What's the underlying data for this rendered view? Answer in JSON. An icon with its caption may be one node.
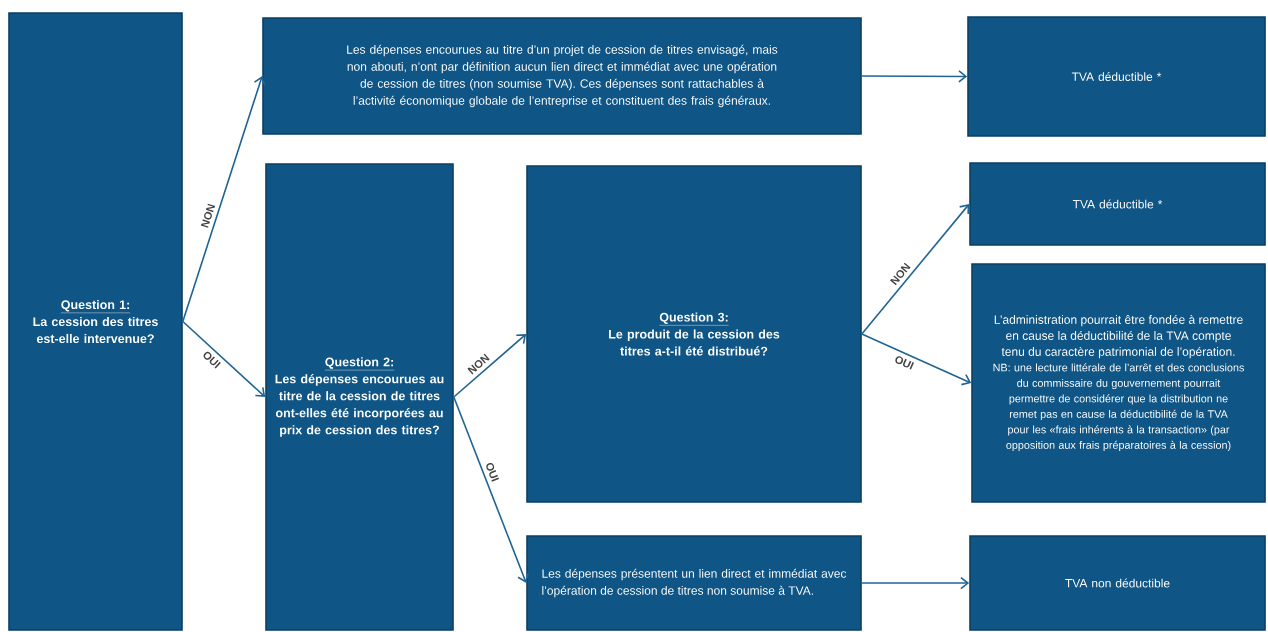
{
  "diagram": {
    "nodes": [
      {
        "text": [
          "Question 1:",
          "La cession des titres est-elle intervenue?"
        ]
      },
      {
        "text": [
          "Les dépenses encourues au titre d’un projet de cession de titres envisagé, mais non abouti, n’ont par définition aucun lien direct et immédiat avec une opération de cession de titres (non soumise TVA). Ces dépenses sont rattachables à l’activité économique globale de l’entreprise et constituent des frais généraux."
        ]
      },
      {
        "text": [
          "TVA déductible *"
        ]
      },
      {
        "text": [
          "Question 2:",
          "Les dépenses encourues au titre de la cession de titres ont-elles été incorporées au prix de cession des titres?"
        ]
      },
      {
        "text": [
          "Question 3:",
          "Le produit de la cession des titres a-t-il été distribué?"
        ]
      },
      {
        "text": [
          "TVA déductible *"
        ]
      },
      {
        "text": [
          "L’administration pourrait être fondée à remettre en cause la déductibilité de la TVA compte tenu du caractère patrimonial de l’opération.",
          "NB: une lecture littérale de l’arrêt et des conclusions du commissaire du gouvernement pourrait permettre de considérer que la distribution ne remet pas en cause la déductibilité de la TVA pour les «frais inhérents à la transaction» (par opposition aux frais préparatoires à la cession)"
        ]
      },
      {
        "text": [
          "Les dépenses présentent un lien direct et immédiat avec l’opération de cession de titres non soumise à TVA."
        ]
      },
      {
        "text": [
          "TVA non déductible"
        ]
      }
    ],
    "edges": [
      {
        "from": 0,
        "to": 1,
        "arrow": "to",
        "label": "NON"
      },
      {
        "from": 0,
        "to": 3,
        "arrow": "to",
        "label": "OUI"
      },
      {
        "from": 1,
        "to": 2,
        "arrow": "to"
      },
      {
        "from": 3,
        "to": 4,
        "arrow": "to",
        "label": "NON"
      },
      {
        "from": 3,
        "to": 7,
        "arrow": "to",
        "label": "OUI"
      },
      {
        "from": 4,
        "to": 5,
        "arrow": "to",
        "label": "NON"
      },
      {
        "from": 4,
        "to": 6,
        "arrow": "to",
        "label": "OUI"
      },
      {
        "from": 7,
        "to": 8,
        "arrow": "to"
      }
    ]
  }
}
